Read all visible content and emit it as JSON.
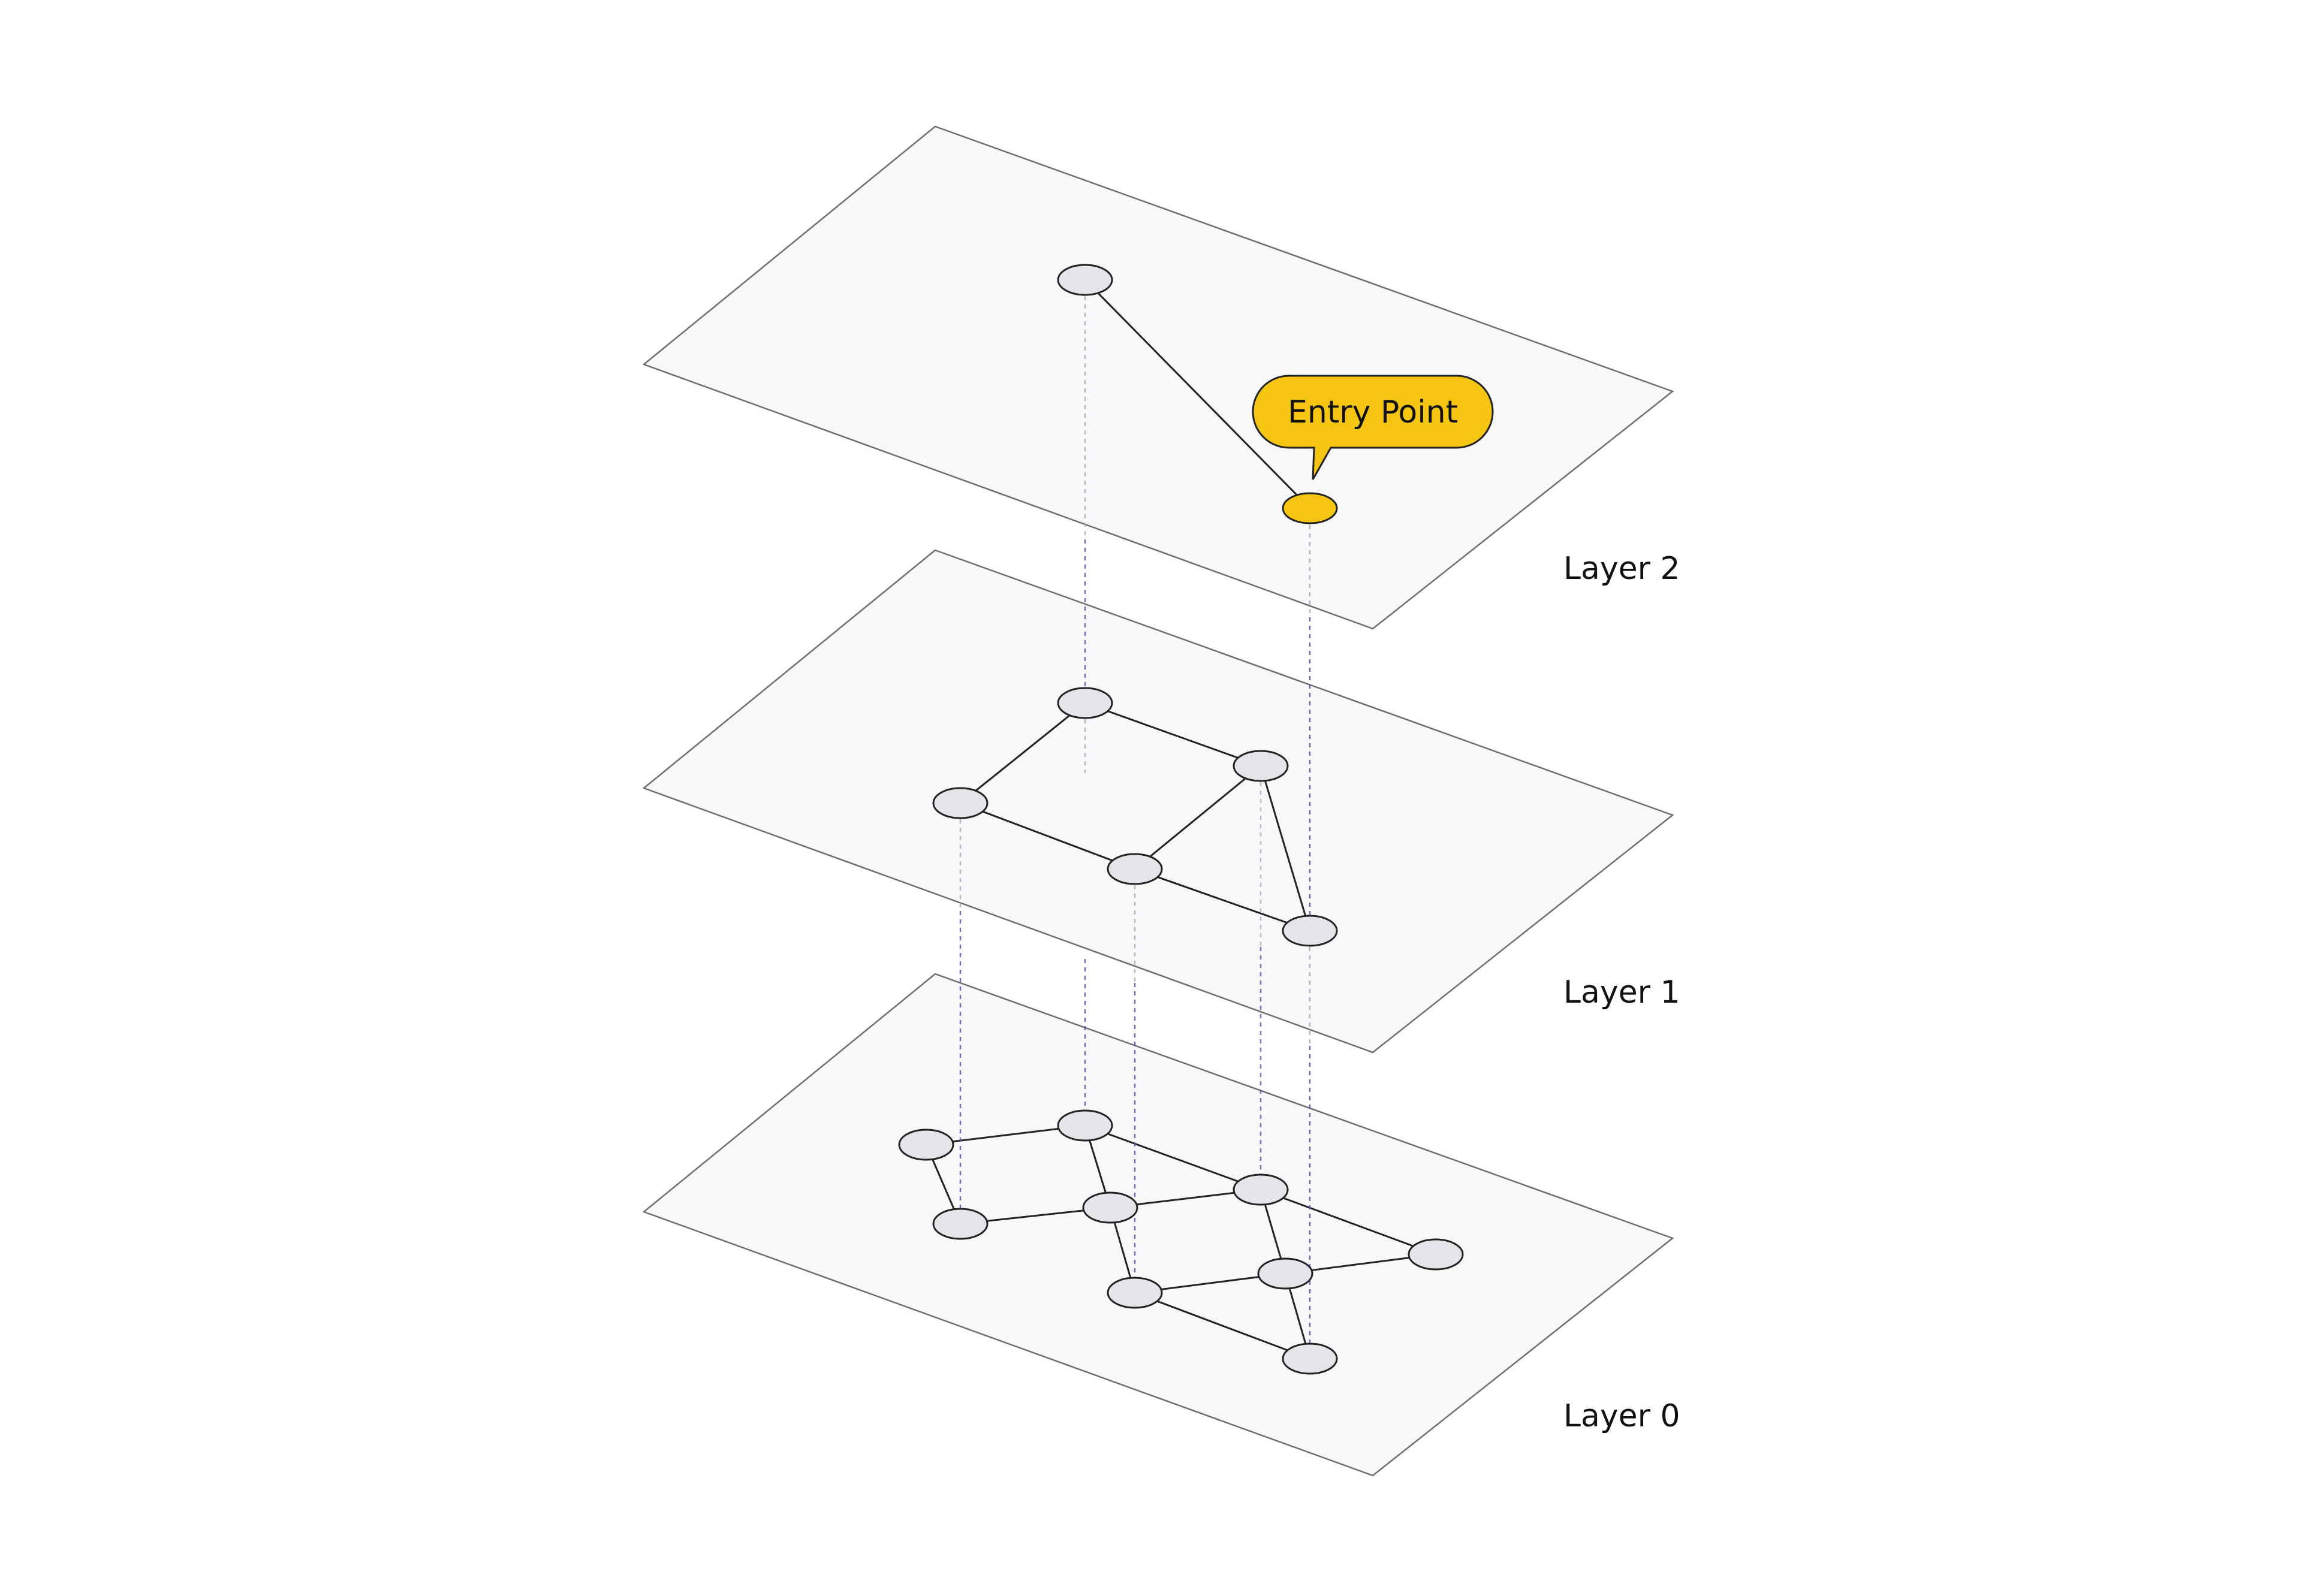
{
  "layers": [
    {
      "label": "Layer 2"
    },
    {
      "label": "Layer 1"
    },
    {
      "label": "Layer 0"
    }
  ],
  "entry_point": {
    "label": "Entry Point"
  },
  "colors": {
    "entry_highlight": "#f5c511",
    "node_fill": "#e3e5e8",
    "plane_fill": "#f7f8f9",
    "link_dash": "#6a4fa6"
  }
}
